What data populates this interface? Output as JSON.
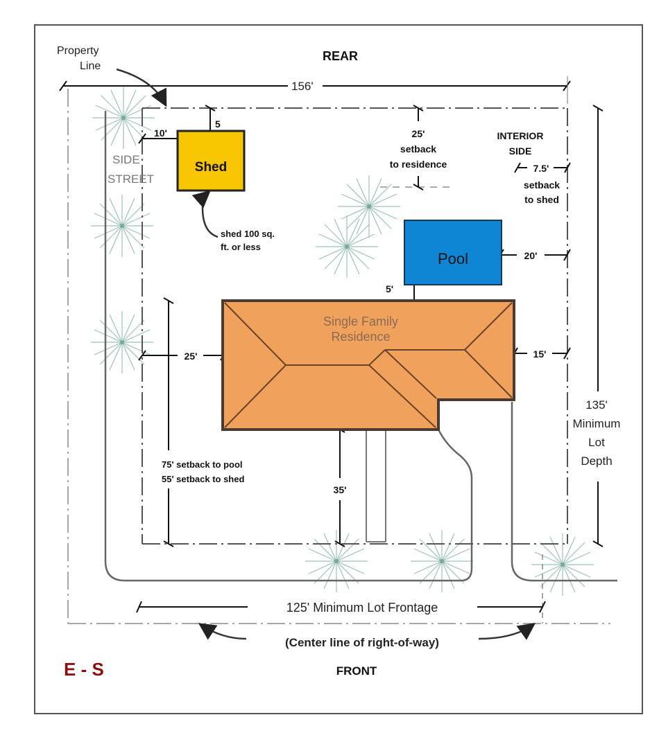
{
  "diagram": {
    "code": "E - S",
    "orientation": {
      "rear": "REAR",
      "front": "FRONT",
      "side_street": [
        "SIDE",
        "STREET"
      ],
      "interior_side": [
        "INTERIOR",
        "SIDE"
      ]
    },
    "callouts": {
      "property_line": [
        "Property",
        "Line"
      ],
      "center_line": "(Center line of right-of-way)",
      "shed_note": [
        "shed 100 sq.",
        "ft. or less"
      ]
    },
    "structures": {
      "shed": "Shed",
      "pool": "Pool",
      "residence": [
        "Single Family",
        "Residence"
      ]
    },
    "dimensions": {
      "lot_width": "156'",
      "shed_side_setback": "10'",
      "shed_rear_setback": "5",
      "residence_rear_setback": [
        "25'",
        "setback",
        "to residence"
      ],
      "shed_interior_setback": [
        "7.5'",
        "setback",
        "to shed"
      ],
      "pool_interior_setback": "20'",
      "pool_residence_gap": "5'",
      "residence_side_street_setback": "25'",
      "residence_interior_setback": "15'",
      "front_setbacks": [
        "75' setback to pool",
        "55' setback to shed"
      ],
      "residence_front_setback": "35'",
      "lot_depth": [
        "135'",
        "Minimum",
        "Lot",
        "Depth"
      ],
      "lot_frontage": "125' Minimum Lot Frontage"
    },
    "colors": {
      "shed": "#f7c600",
      "pool": "#0f86d4",
      "residence": "#f0a25c",
      "residence_outline": "#4a3a30",
      "code": "#8b0f0f",
      "tree": "#8fb8b0"
    }
  }
}
